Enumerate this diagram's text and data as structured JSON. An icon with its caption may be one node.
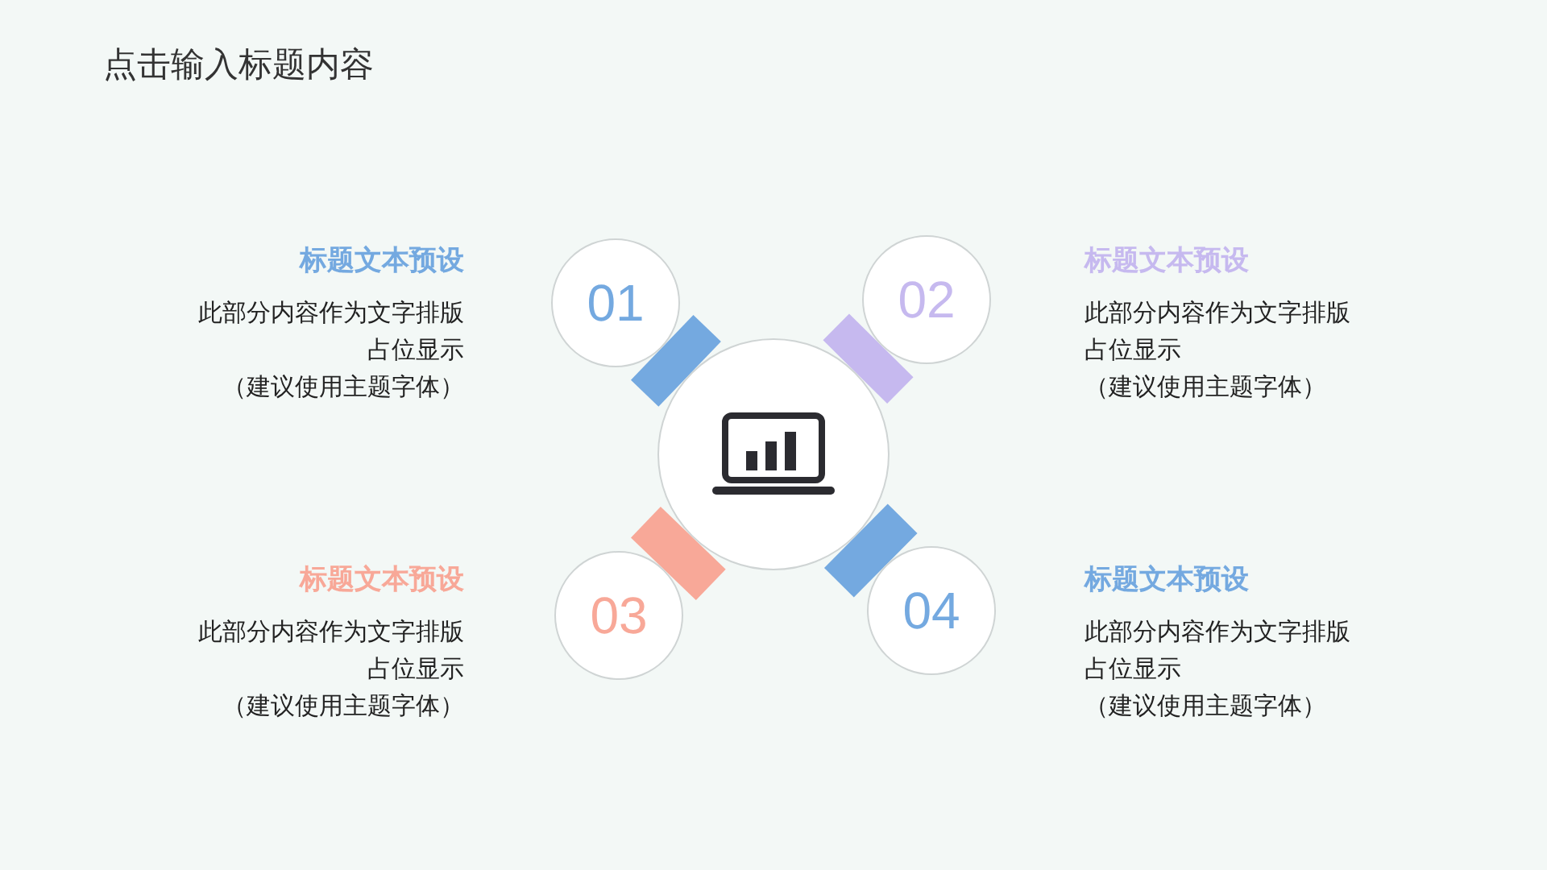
{
  "diagram": {
    "title": "点击输入标题内容",
    "nodes": [
      {
        "text": [],
        "shape": "circle"
      },
      {
        "text": [
          "01"
        ],
        "beside": [
          "标题文本预设",
          "此部分内容作为文字排版占位显示",
          "（建议使用主题字体）"
        ]
      },
      {
        "text": [
          "02"
        ],
        "beside": [
          "标题文本预设",
          "此部分内容作为文字排版占位显示",
          "（建议使用主题字体）"
        ]
      },
      {
        "text": [
          "03"
        ],
        "beside": [
          "标题文本预设",
          "此部分内容作为文字排版占位显示",
          "（建议使用主题字体）"
        ]
      },
      {
        "text": [
          "04"
        ],
        "beside": [
          "标题文本预设",
          "此部分内容作为文字排版占位显示",
          "（建议使用主题字体）"
        ]
      }
    ],
    "edges": [
      {
        "from": 0,
        "to": 1,
        "arrow": "none",
        "color": "#74a9e0"
      },
      {
        "from": 0,
        "to": 2,
        "arrow": "none",
        "color": "#c6b9ef"
      },
      {
        "from": 0,
        "to": 3,
        "arrow": "none",
        "color": "#f8a898"
      },
      {
        "from": 0,
        "to": 4,
        "arrow": "none",
        "color": "#74a9e0"
      }
    ]
  }
}
